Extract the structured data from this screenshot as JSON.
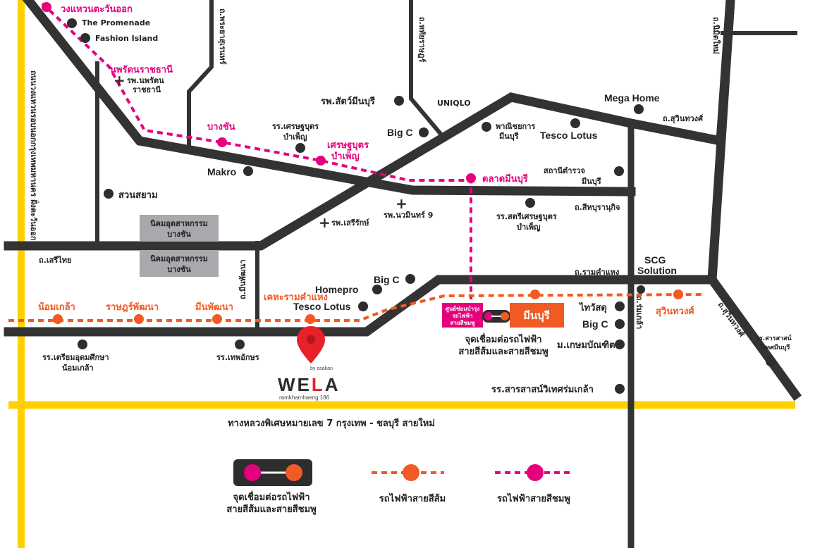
{
  "roads": {
    "ramkhamhaeng": "ถ.รามคำแหง",
    "seri_thai": "ถ.เสรีไทย",
    "sukhumvit_top": "ถ.สุวินทวงศ์",
    "sukhumvit_right": "ถ.สุวินทวงศ์",
    "sihaburanukit": "ถ.สีหบุรานุกิจ",
    "minphatthana": "ถ.มีนพัฒนา",
    "rom_klao": "ถ.ร่มเกล้า",
    "phra_sukhaphiban_top": "ถ.พระยาสุเรนทร์",
    "ri_lapsen": "ถ.หทัยราษฎร์",
    "nimit_mai": "ถ.นิมิตใหม่",
    "kanchana": "ถนนวงแหวนรอบนอกกรุงเทพมหานคร ฝั่งตะวันออก",
    "motorway": "ทางหลวงพิเศษหมายเลข 7 กรุงเทพ - ชลบุรี สายใหม่"
  },
  "pink_stations": {
    "east_ring": "วงแหวนตะวันออก",
    "nopparat": "นพรัตนราชธานี",
    "bang_chan": "บางชัน",
    "setthabutra": "เศรษฐบุตร บำเพ็ญ",
    "setthabutra_l1": "เศรษฐบุตร",
    "setthabutra_l2": "บำเพ็ญ",
    "min_buri_market": "ตลาดมีนบุรี"
  },
  "orange_stations": {
    "nom_klao": "น้อมเกล้า",
    "rat_phatthana": "ราษฎร์พัฒนา",
    "min_phatthana": "มีนพัฒนา",
    "ramkhamhaeng_tech": "เคหะรามคำแหง",
    "suwinthawong": "สุวินทวงศ์"
  },
  "interchange": {
    "label_box": "ศูนย์ซ่อมบำรุง รถไฟฟ้า สายสีชมพู",
    "label_l1": "ศูนย์ซ่อมบำรุง",
    "label_l2": "รถไฟฟ้า",
    "label_l3": "สายสีชมพู",
    "station": "มีนบุรี",
    "caption_l1": "จุดเชื่อมต่อรถไฟฟ้า",
    "caption_l2": "สายสีส้มและสายสีชมพู"
  },
  "pois": {
    "the_promenade": "The Promenade",
    "fashion_island": "Fashion Island",
    "nopparat_hospital_l1": "รพ.นพรัตน",
    "nopparat_hospital_l2": "ราชธานี",
    "sawan_siam": "สวนสยาม",
    "makro": "Makro",
    "setthabutra_school_l1": "รร.เศรษฐบุตร",
    "setthabutra_school_l2": "บำเพ็ญ",
    "min_buri_vet": "รพ.สัตว์มีนบุรี",
    "big_c_1": "Big C",
    "uniqlo": "UNIQLO",
    "commerce_l1": "พาณิชยการ",
    "commerce_l2": "มีนบุรี",
    "tesco_lotus_1": "Tesco Lotus",
    "mega_home": "Mega Home",
    "police_l1": "สถานีตำรวจ",
    "police_l2": "มีนบุรี",
    "seriruk": "รพ.เสรีรักษ์",
    "nawamin9": "รพ.นวมินทร์ 9",
    "women_school_l1": "รร.สตรีเศรษฐบุตร",
    "women_school_l2": "บำเพ็ญ",
    "industrial_1_l1": "นิคมอุตสาหกรรม",
    "industrial_1_l2": "บางชัน",
    "industrial_2_l1": "นิคมอุตสาหกรรม",
    "industrial_2_l2": "บางชัน",
    "big_c_2": "Big C",
    "homepro": "Homepro",
    "tesco_lotus_2": "Tesco Lotus",
    "scg_l1": "SCG",
    "scg_l2": "Solution",
    "thaiwatsadu": "ไทวัสดุ",
    "big_c_3": "Big C",
    "kasem": "ม.เกษมบัณฑิต",
    "sarasas_1": "รร.สารสาสน์วิเทศร่มเกล้า",
    "sarasas_2_l1": "รร.สารสาสน์",
    "sarasas_2_l2": "วิเทศมีนบุรี",
    "triam_l1": "รร.เตรียมอุดมศึกษา",
    "triam_l2": "น้อมเกล้า",
    "thep_aksorn": "รร.เทพอักษร"
  },
  "project": {
    "byline": "by asakan",
    "name_w": "WE",
    "name_l": "L",
    "name_a": "A",
    "sub": "ramkhamhaeng 186"
  },
  "legend": {
    "interchange_l1": "จุดเชื่อมต่อรถไฟฟ้า",
    "interchange_l2": "สายสีส้มและสายสีชมพู",
    "orange_line": "รถไฟฟ้าสายสีส้ม",
    "pink_line": "รถไฟฟ้าสายสีชมพู"
  },
  "colors": {
    "road": "#333333",
    "pink": "#e6007e",
    "orange": "#f15a22",
    "highway": "#ffd100",
    "industrial": "#a7a9ac",
    "pin": "#e8202a"
  }
}
